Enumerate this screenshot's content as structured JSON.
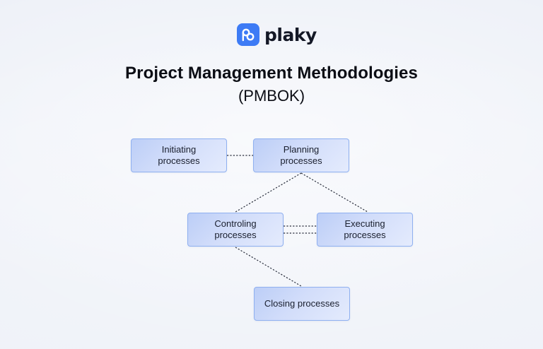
{
  "brand": {
    "name": "plaky",
    "accent": "#3d7bf5"
  },
  "title": "Project Management Methodologies",
  "subtitle": "(PMBOK)",
  "nodes": {
    "initiating": {
      "line1": "Initiating",
      "line2": "processes"
    },
    "planning": {
      "line1": "Planning",
      "line2": "processes"
    },
    "controlling": {
      "line1": "Controling",
      "line2": "processes"
    },
    "executing": {
      "line1": "Executing",
      "line2": "processes"
    },
    "closing": {
      "label": "Closing processes"
    }
  },
  "edges": [
    [
      "initiating",
      "planning"
    ],
    [
      "planning",
      "controlling"
    ],
    [
      "planning",
      "executing"
    ],
    [
      "controlling",
      "executing"
    ],
    [
      "controlling",
      "executing"
    ],
    [
      "controlling",
      "closing"
    ]
  ],
  "colors": {
    "node_border": "#8fb0f0",
    "node_fill": "#c9d8f8",
    "line": "#2a2f3d",
    "background": "#eef1f8"
  }
}
